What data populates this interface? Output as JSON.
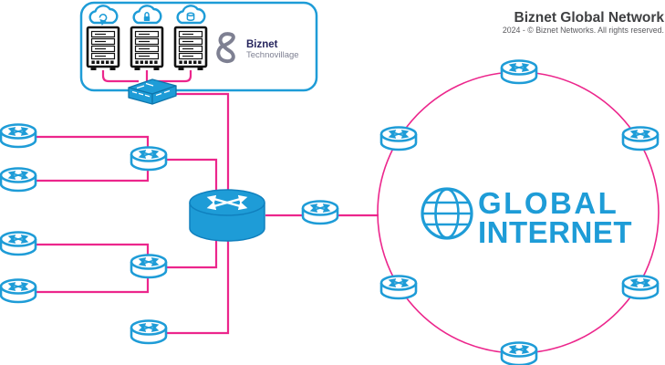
{
  "header": {
    "title": "Biznet Global Network",
    "copyright": "2024 - © Biznet Networks. All rights reserved."
  },
  "datacenter": {
    "logo_brand": "Biznet",
    "logo_sub": "Technovillage",
    "server_count": 3,
    "cloud_icon_count": 3,
    "switch_count": 1
  },
  "internet": {
    "label_line1": "GLOBAL",
    "label_line2": "INTERNET",
    "ring_router_count": 6
  },
  "network": {
    "edge_router_count": 4,
    "aggregation_router_count": 3,
    "core_router_count": 1,
    "gateway_router_count": 1
  },
  "colors": {
    "blue": "#1E9CD7",
    "magenta": "#EC268C",
    "title": "#3F4042",
    "muted": "#5A5A5E",
    "navy": "#27265E",
    "gray": "#7E8092",
    "ink": "#121212",
    "background": "#FFFFFF"
  }
}
